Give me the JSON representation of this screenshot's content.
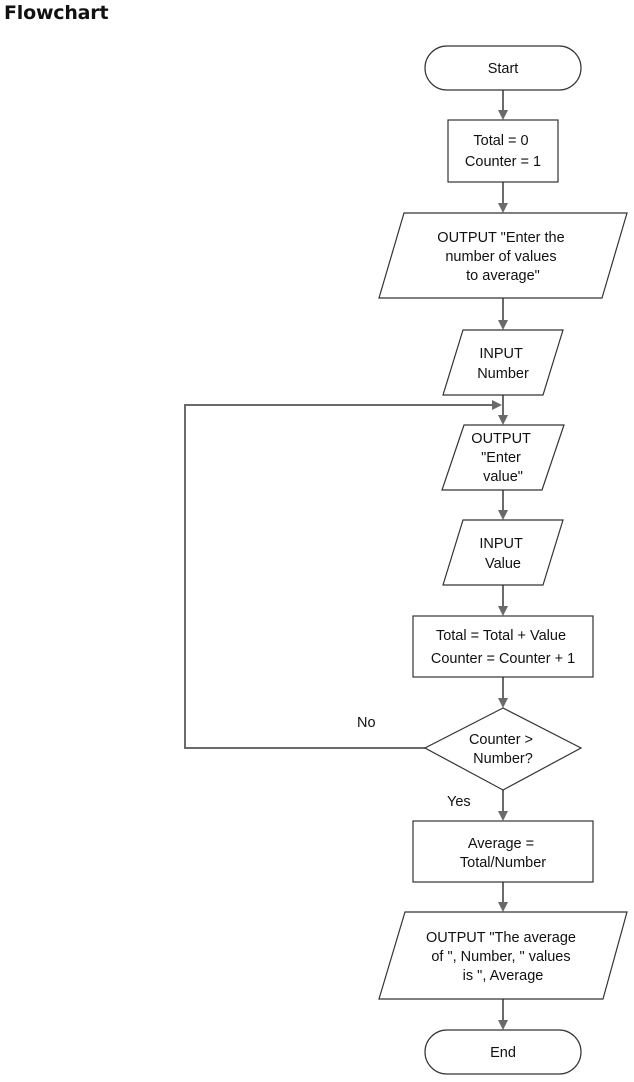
{
  "title": "Flowchart",
  "colors": {
    "line": "#6a6a6a",
    "box_stroke": "#333333",
    "text": "#111111",
    "background": "#ffffff"
  },
  "nodes": {
    "start": {
      "lines": [
        "Start"
      ]
    },
    "init": {
      "lines": [
        "Total = 0",
        "Counter = 1"
      ]
    },
    "output_prompt_count": {
      "lines": [
        "OUTPUT \"Enter the",
        "number of values",
        "to average\""
      ]
    },
    "input_number": {
      "lines": [
        "INPUT",
        "Number"
      ]
    },
    "output_prompt_value": {
      "lines": [
        "OUTPUT",
        "\"Enter",
        "value\""
      ]
    },
    "input_value": {
      "lines": [
        "INPUT",
        "Value"
      ]
    },
    "update": {
      "lines": [
        "Total = Total + Value",
        "Counter = Counter + 1"
      ]
    },
    "decision": {
      "lines": [
        "Counter >",
        "Number?"
      ]
    },
    "average": {
      "lines": [
        "Average =",
        "Total/Number"
      ]
    },
    "output_result": {
      "lines": [
        "OUTPUT \"The average",
        "of \", Number, \" values",
        "is \", Average"
      ]
    },
    "end": {
      "lines": [
        "End"
      ]
    }
  },
  "branch_labels": {
    "no": "No",
    "yes": "Yes"
  }
}
